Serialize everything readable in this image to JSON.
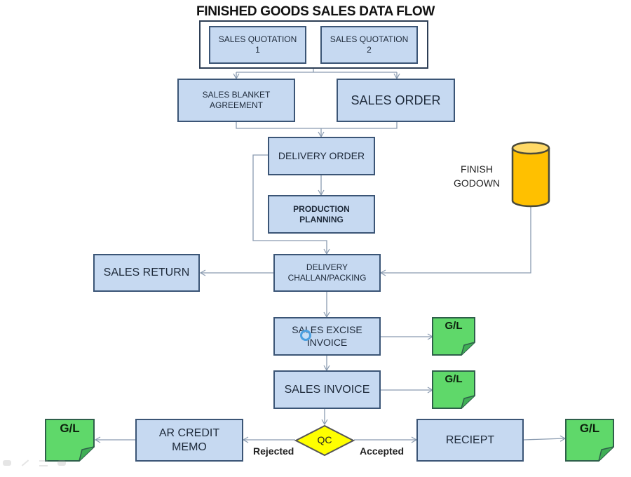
{
  "title": "FINISHED GOODS SALES DATA FLOW",
  "nodes": {
    "sales_quotation_1": "SALES QUOTATION\n1",
    "sales_quotation_2": "SALES QUOTATION\n2",
    "sales_blanket_agreement": "SALES BLANKET\nAGREEMENT",
    "sales_order": "SALES ORDER",
    "delivery_order": "DELIVERY ORDER",
    "production_planning": "PRODUCTION\nPLANNING",
    "finish_godown": "FINISH\nGODOWN",
    "delivery_challan_packing": "DELIVERY\nCHALLAN/PACKING",
    "sales_return": "SALES RETURN",
    "sales_excise_invoice": "SALES EXCISE\nINVOICE",
    "sales_invoice": "SALES  INVOICE",
    "qc": "QC",
    "ar_credit_memo": "AR CREDIT\nMEMO",
    "reciept": "RECIEPT"
  },
  "gl_label": "G/L",
  "edge_labels": {
    "rejected": "Rejected",
    "accepted": "Accepted"
  },
  "colors": {
    "box_fill": "#c6d9f1",
    "box_border": "#3b5576",
    "gl_fill": "#5fd86a",
    "qc_fill": "#ffff00",
    "godown_fill": "#ffc000",
    "connector": "#8a9bb0"
  }
}
